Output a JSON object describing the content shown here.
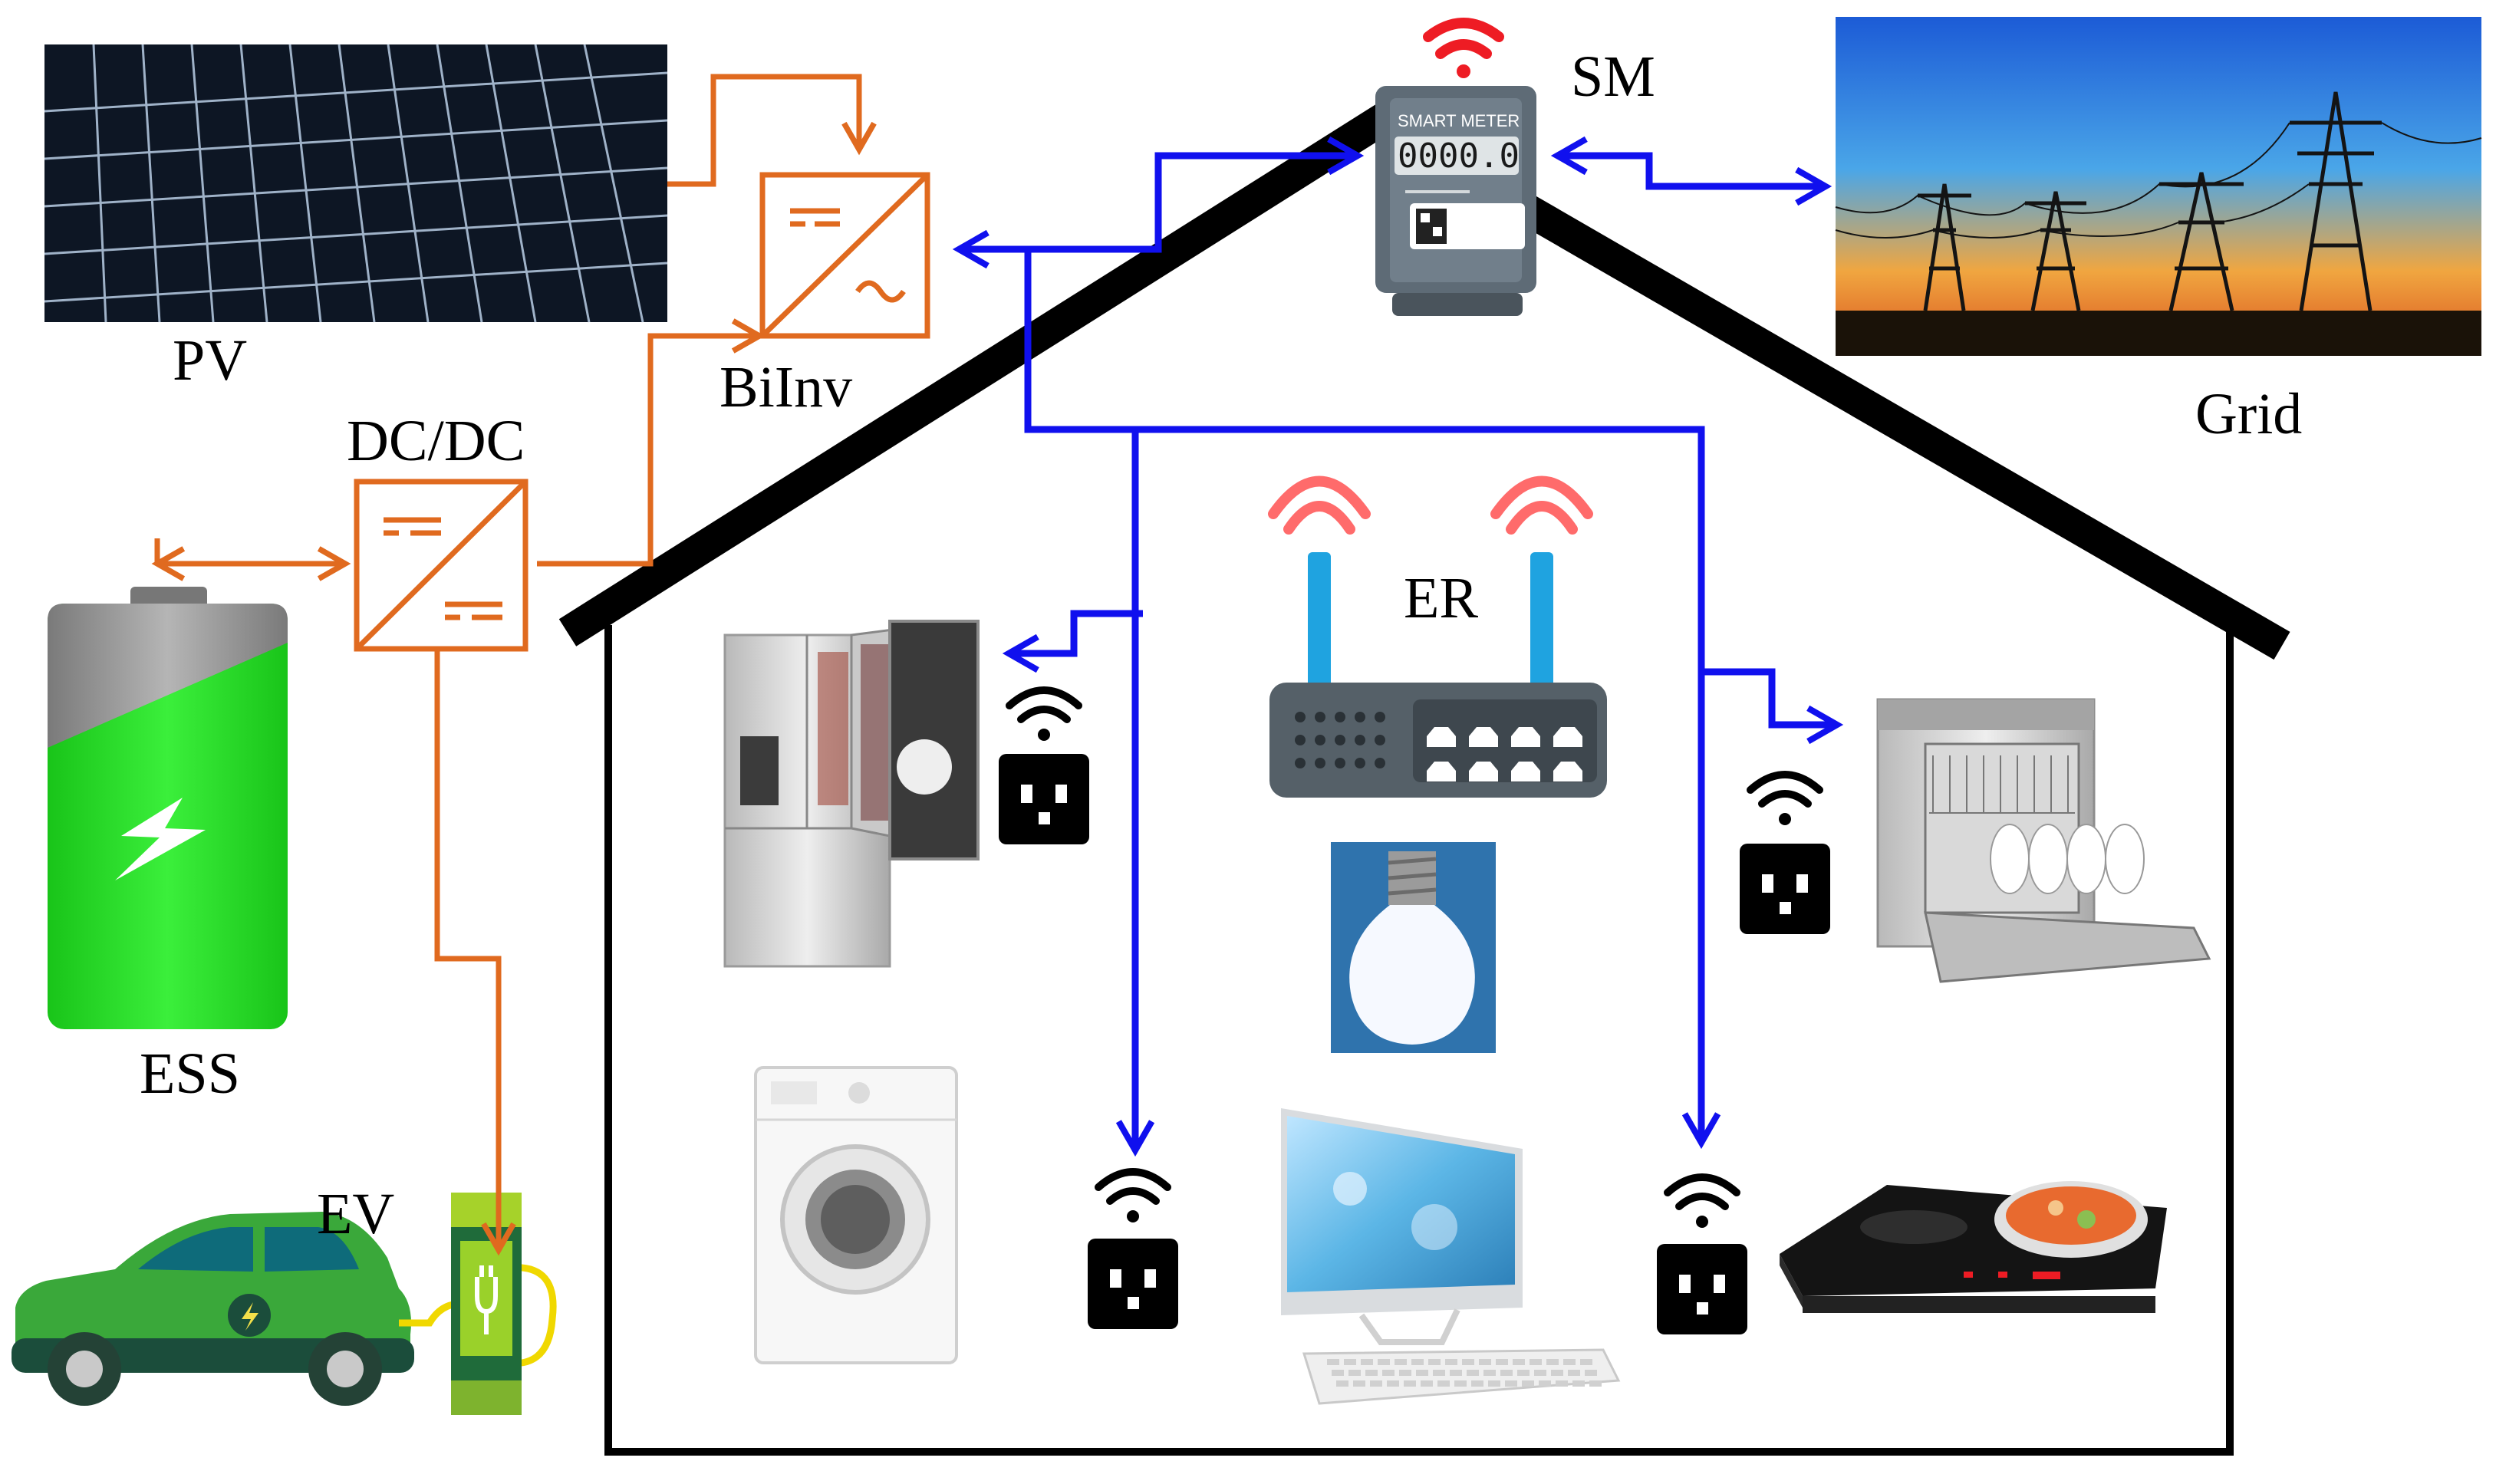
{
  "labels": {
    "pv": "PV",
    "biinv": "BiInv",
    "dcdc": "DC/DC",
    "ess": "ESS",
    "ev": "EV",
    "sm": "SM",
    "grid": "Grid",
    "er": "ER"
  },
  "smart_meter": {
    "caption": "SMART METER",
    "reading": "0000.0"
  },
  "colors": {
    "power_line": "#e06a1f",
    "comm_line": "#1010ee",
    "roof": "#000000",
    "wifi_red": "#ee1c24",
    "wifi_black": "#000000",
    "battery_green": "#22dd22",
    "router_antenna": "#1fa3e0"
  },
  "icons": {
    "solar_panel": "solar-panel-icon",
    "inverter": "inverter-icon",
    "dcdc_converter": "dc-dc-converter-icon",
    "battery": "battery-icon",
    "electric_car": "electric-car-icon",
    "charging_station": "charging-station-icon",
    "smart_meter": "smart-meter-icon",
    "power_grid": "power-grid-icon",
    "router": "router-icon",
    "refrigerator": "refrigerator-icon",
    "light_bulb": "light-bulb-icon",
    "dishwasher": "dishwasher-icon",
    "washing_machine": "washing-machine-icon",
    "computer": "computer-icon",
    "induction_cooker": "induction-cooker-icon",
    "smart_plug": "smart-plug-icon"
  }
}
